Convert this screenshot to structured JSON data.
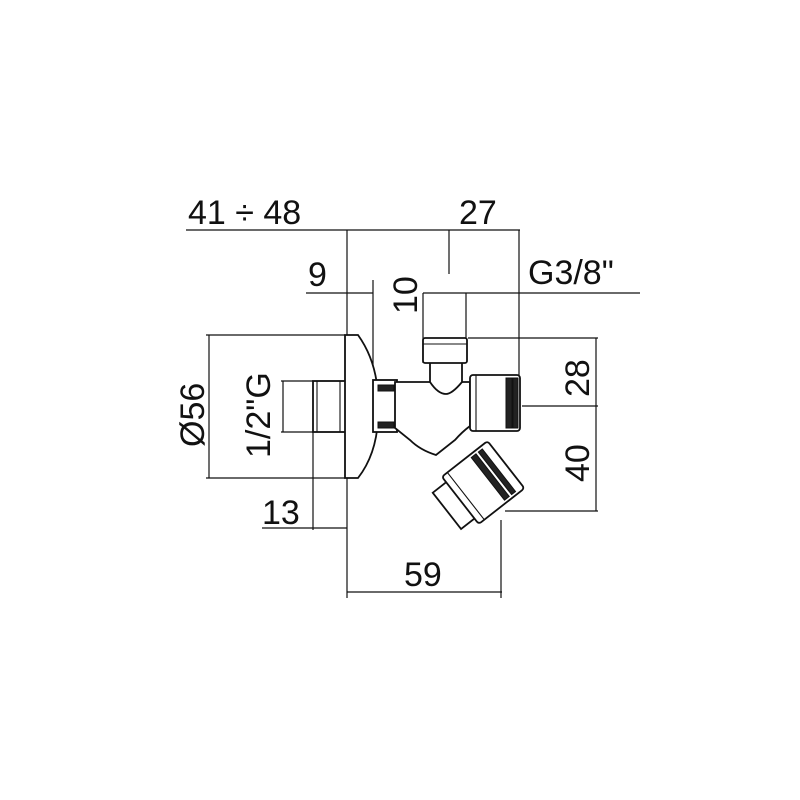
{
  "drawing": {
    "dimensions": {
      "overall_depth": "41 ÷ 48",
      "outlet_width": "27",
      "flange_thickness": "9",
      "cap_height": "10",
      "outlet_thread": "G3/8\"",
      "flange_diameter": "Ø56",
      "inlet_thread": "1/2\"G",
      "inlet_length": "13",
      "outlet_height": "28",
      "drain_height": "40",
      "total_length": "59"
    }
  }
}
